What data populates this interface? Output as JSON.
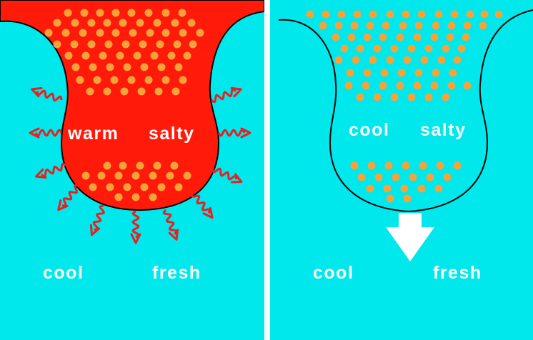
{
  "colors": {
    "water": "#00e8ec",
    "warm_plume": "#ff1a0a",
    "salt_dot": "#f4a23a",
    "heat_arrow": "#e32222",
    "outline": "#000000",
    "sink_arrow": "#ffffff"
  },
  "left_panel": {
    "plume_label_1": "warm",
    "plume_label_2": "salty",
    "water_label_left": "cool",
    "water_label_right": "fresh"
  },
  "right_panel": {
    "plume_label_1": "cool",
    "plume_label_2": "salty",
    "water_label_left": "cool",
    "water_label_right": "fresh"
  },
  "icons": {
    "heat_loss": "wavy-arrow-icon",
    "sinking": "down-arrow-icon"
  }
}
